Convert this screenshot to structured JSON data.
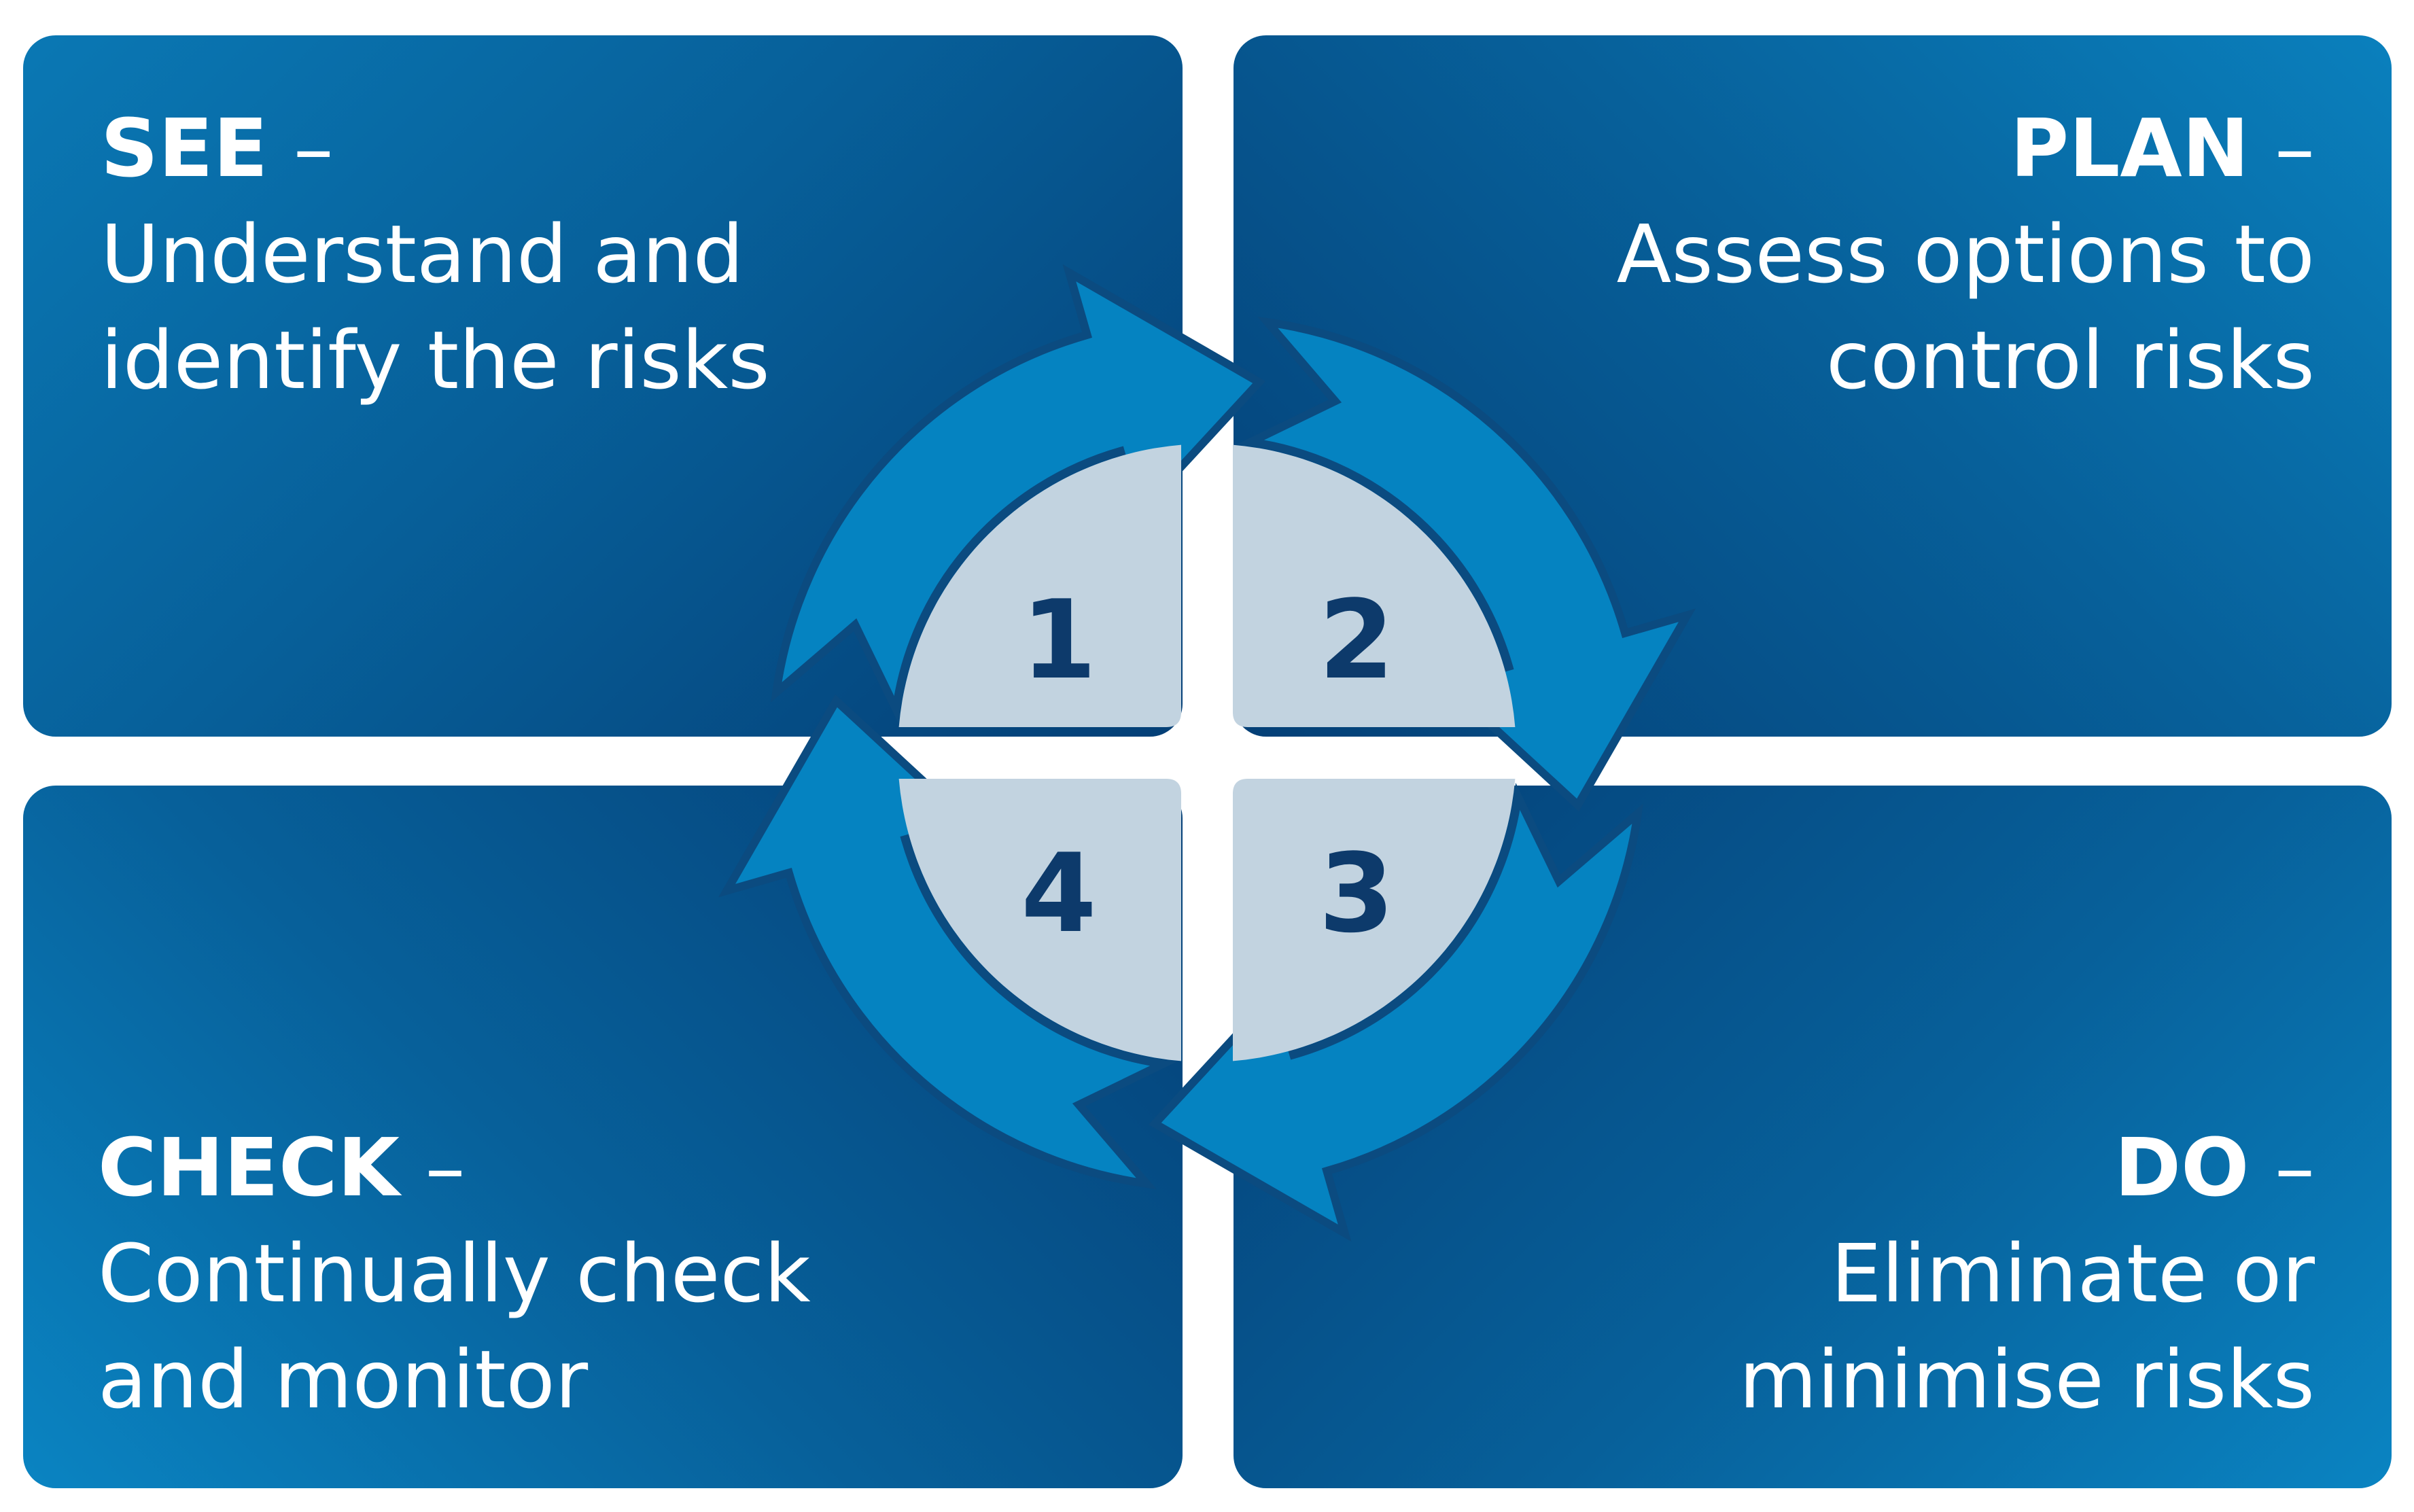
{
  "quadrants": {
    "see": {
      "heading": "SEE",
      "dash": " –",
      "lines": [
        "Understand and",
        "identify the risks"
      ]
    },
    "plan": {
      "heading": "PLAN",
      "dash": " –",
      "lines": [
        "Assess options to",
        "control risks"
      ]
    },
    "check": {
      "heading": "CHECK",
      "dash": " –",
      "lines": [
        "Continually check",
        "and monitor"
      ]
    },
    "do": {
      "heading": "DO",
      "dash": " –",
      "lines": [
        "Eliminate or",
        "minimise risks"
      ]
    }
  },
  "cycle": {
    "steps": [
      "1",
      "2",
      "3",
      "4"
    ]
  },
  "colors": {
    "panel_dark": "#043f76",
    "panel_light": "#0a80bd",
    "arrow_fill": "#0583c1",
    "arrow_outline": "#0b4b80",
    "disc_fill": "#c2d3e0",
    "number_text": "#0d3a6b"
  }
}
